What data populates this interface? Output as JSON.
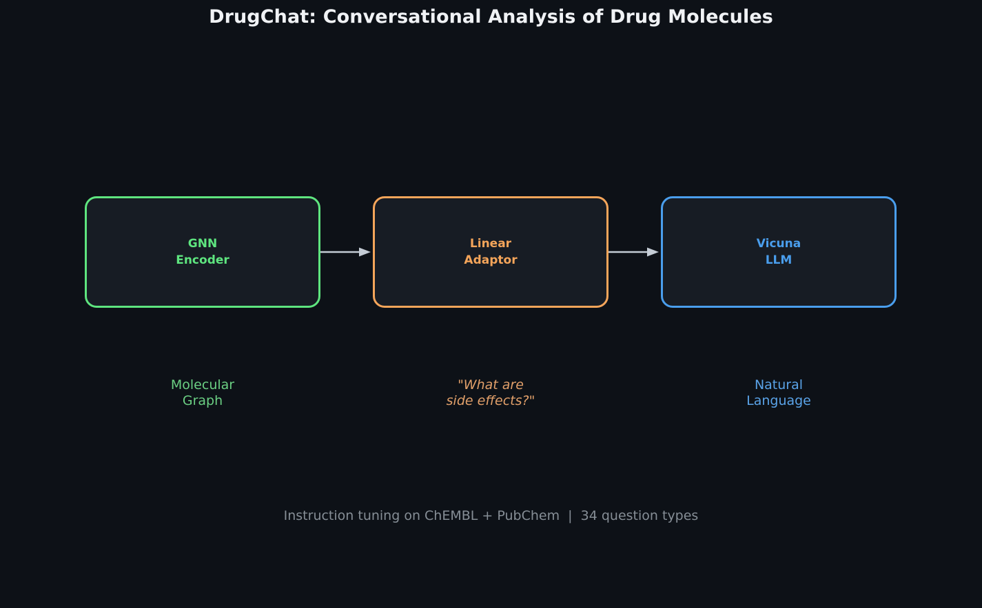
{
  "figure": {
    "title": "DrugChat: Conversational Analysis of Drug Molecules",
    "background_color": "#0d1117",
    "footer": "Instruction tuning on ChEMBL + PubChem  |  34 question types"
  },
  "pipeline": {
    "stages": [
      {
        "id": "gnn",
        "label": "GNN\nEncoder",
        "caption": "Molecular\nGraph",
        "accent_color": "#5ee57f",
        "caption_color": "#6bcf83",
        "fill_color": "#171c24"
      },
      {
        "id": "adaptor",
        "label": "Linear\nAdaptor",
        "caption": "\"What are\nside effects?\"",
        "accent_color": "#f5a55a",
        "caption_color": "#e2a06a",
        "fill_color": "#171c24"
      },
      {
        "id": "vicuna",
        "label": "Vicuna\nLLM",
        "caption": "Natural\nLanguage",
        "accent_color": "#4a9eed",
        "caption_color": "#5aa3e8",
        "fill_color": "#171c24"
      }
    ],
    "arrows": [
      {
        "id": "arrow-gnn-to-adaptor",
        "from": "gnn",
        "to": "adaptor",
        "color": "#c5cdd6"
      },
      {
        "id": "arrow-adaptor-to-vicuna",
        "from": "adaptor",
        "to": "vicuna",
        "color": "#c5cdd6"
      }
    ]
  }
}
